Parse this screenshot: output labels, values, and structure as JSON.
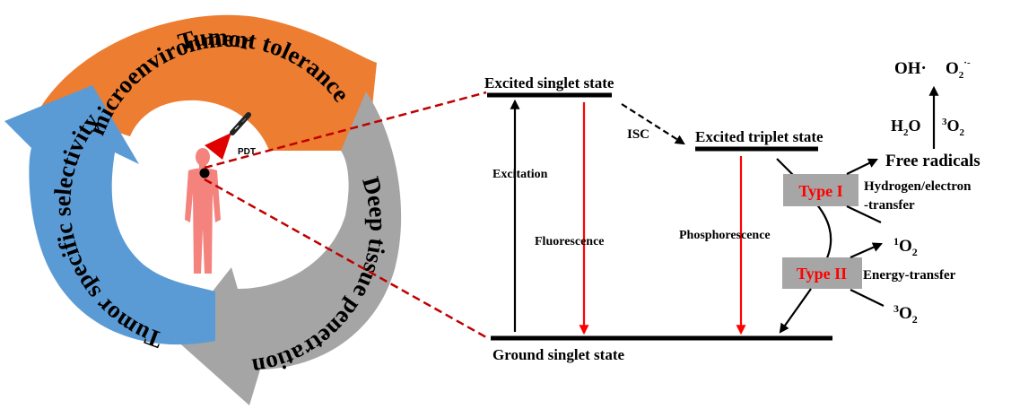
{
  "colors": {
    "orange": "#ED7D31",
    "gray": "#A5A5A5",
    "blue": "#5B9BD5",
    "body": "#F4827D",
    "dashed_red": "#C00000",
    "red_arrow": "#FF0000",
    "type_box": "#A6A6A6",
    "type_text": "#FF0000"
  },
  "cycle": {
    "top_label_line1": "Tumor",
    "top_label_line2": "microenvironment tolerance",
    "right_label": "Deep tissue penetration",
    "left_label": "Tumor specific selectivity",
    "center": {
      "laser_label": "PDT",
      "body_icon": "human-body-icon",
      "laser_icon": "laser-device-icon"
    }
  },
  "jablonski": {
    "levels": {
      "excited_singlet": "Excited singlet state",
      "excited_triplet": "Excited triplet state",
      "ground_singlet": "Ground singlet state"
    },
    "transitions": {
      "excitation": "Excitation",
      "fluorescence": "Fluorescence",
      "isc": "ISC",
      "phosphorescence": "Phosphorescence"
    },
    "type1": {
      "label": "Type I",
      "mechanism_line1": "Hydrogen/electron",
      "mechanism_line2": "-transfer",
      "product": "Free radicals",
      "reagents": {
        "h2o_main": "H",
        "h2o_sub": "2",
        "h2o_end": "O",
        "o2_sup": "3",
        "o2_main": "O",
        "o2_sub": "2"
      },
      "radicals": {
        "oh": "OH·",
        "o2_main": "O",
        "o2_sub": "2",
        "o2_sup": "·-"
      }
    },
    "type2": {
      "label": "Type II",
      "mechanism": "Energy-transfer",
      "singlet_oxygen": {
        "sup": "1",
        "main": "O",
        "sub": "2"
      },
      "triplet_oxygen": {
        "sup": "3",
        "main": "O",
        "sub": "2"
      }
    }
  }
}
